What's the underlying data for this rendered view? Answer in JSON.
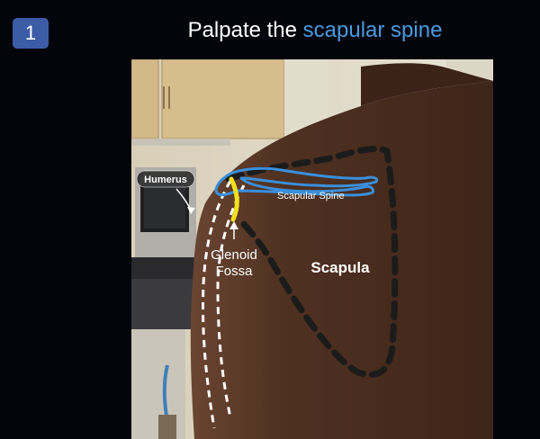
{
  "step": {
    "number": "1"
  },
  "title": {
    "prefix": "Palpate the ",
    "highlight": "scapular spine"
  },
  "labels": {
    "humerus": "Humerus",
    "scapular_spine": "Scapular Spine",
    "glenoid_line1": "Glenoid",
    "glenoid_line2": "Fossa",
    "scapula": "Scapula"
  },
  "colors": {
    "accent": "#4a9be0",
    "badge": "#3d5ca8",
    "spine_outline": "#3a8fdc",
    "glenoid": "#f4e01c",
    "scapula_outline": "#1b1b1b",
    "humerus_outline": "#ffffff",
    "skin": "#4a2e20",
    "background": "#04050a"
  }
}
